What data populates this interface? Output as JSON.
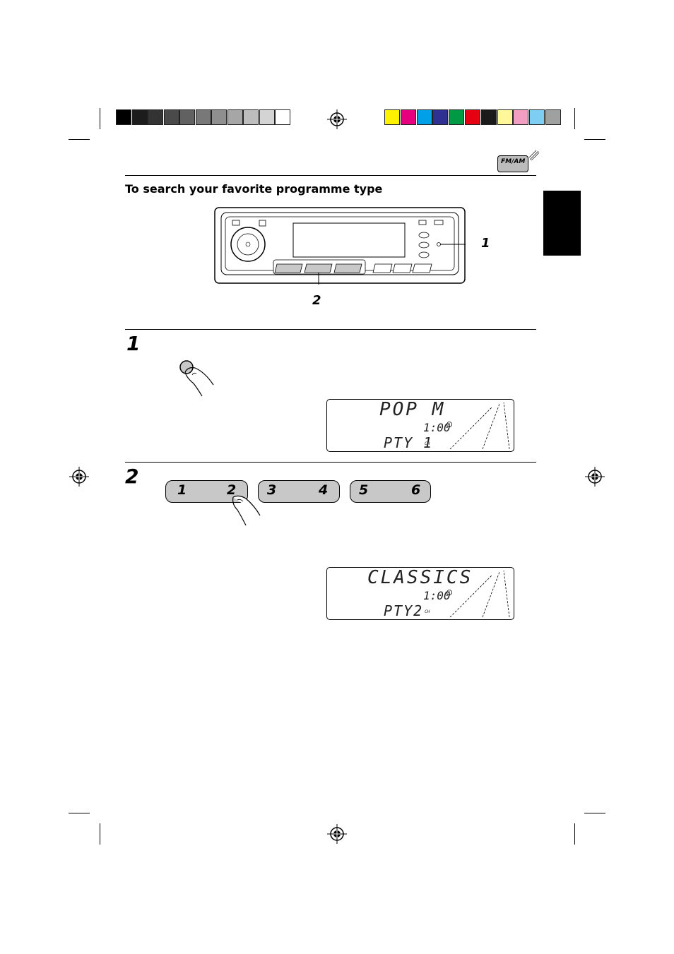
{
  "heading": "To search your favorite programme type",
  "mode_badge": "FM/AM",
  "callouts": {
    "one": "1",
    "two": "2"
  },
  "steps": [
    {
      "number": "1"
    },
    {
      "number": "2"
    }
  ],
  "display1": {
    "main": "POP M",
    "clock": "1:00",
    "pty": "PTY 1",
    "ch": "CH"
  },
  "display2": {
    "main": "CLASSICS",
    "clock": "1:00",
    "pty": "PTY2",
    "ch": "CH"
  },
  "presets": [
    {
      "left": "1",
      "right": "2"
    },
    {
      "left": "3",
      "right": "4"
    },
    {
      "left": "5",
      "right": "6"
    }
  ],
  "gray_swatches": [
    "#000000",
    "#1c1c1c",
    "#333333",
    "#4a4a4a",
    "#616161",
    "#787878",
    "#8f8f8f",
    "#a6a6a6",
    "#bdbdbd",
    "#d4d4d4",
    "#ffffff"
  ],
  "color_swatches": [
    "#fff200",
    "#e6007e",
    "#00a0e9",
    "#2e3192",
    "#009944",
    "#e60012",
    "#1a1a1a",
    "#fff799",
    "#f19ec2",
    "#7ecef4",
    "#9fa0a0"
  ]
}
